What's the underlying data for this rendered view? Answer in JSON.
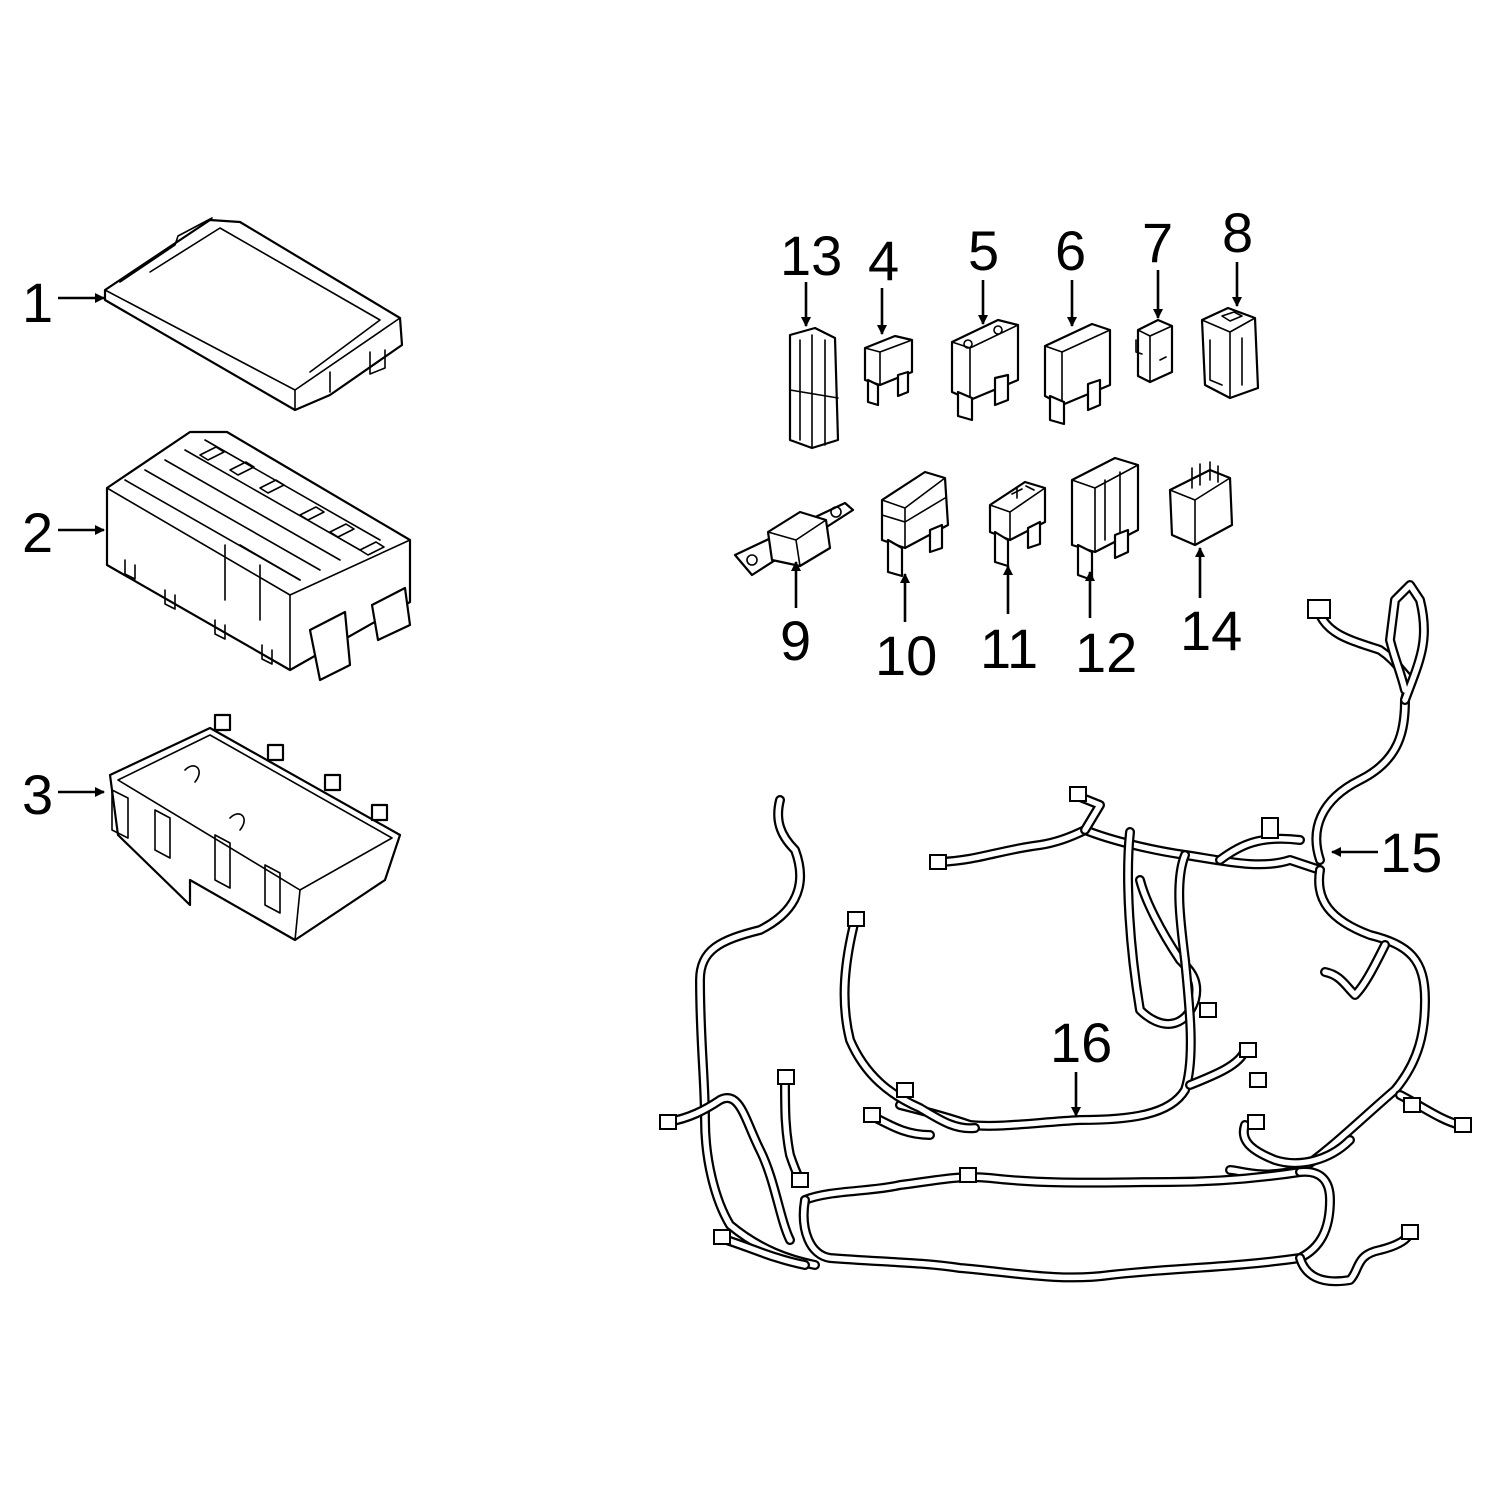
{
  "callouts": [
    {
      "id": "1",
      "text": "1"
    },
    {
      "id": "2",
      "text": "2"
    },
    {
      "id": "3",
      "text": "3"
    },
    {
      "id": "4",
      "text": "4"
    },
    {
      "id": "5",
      "text": "5"
    },
    {
      "id": "6",
      "text": "6"
    },
    {
      "id": "7",
      "text": "7"
    },
    {
      "id": "8",
      "text": "8"
    },
    {
      "id": "9",
      "text": "9"
    },
    {
      "id": "10",
      "text": "10"
    },
    {
      "id": "11",
      "text": "11"
    },
    {
      "id": "12",
      "text": "12"
    },
    {
      "id": "13",
      "text": "13"
    },
    {
      "id": "14",
      "text": "14"
    },
    {
      "id": "15",
      "text": "15"
    },
    {
      "id": "16",
      "text": "16"
    }
  ],
  "colors": {
    "line": "#000000",
    "background": "#ffffff"
  }
}
